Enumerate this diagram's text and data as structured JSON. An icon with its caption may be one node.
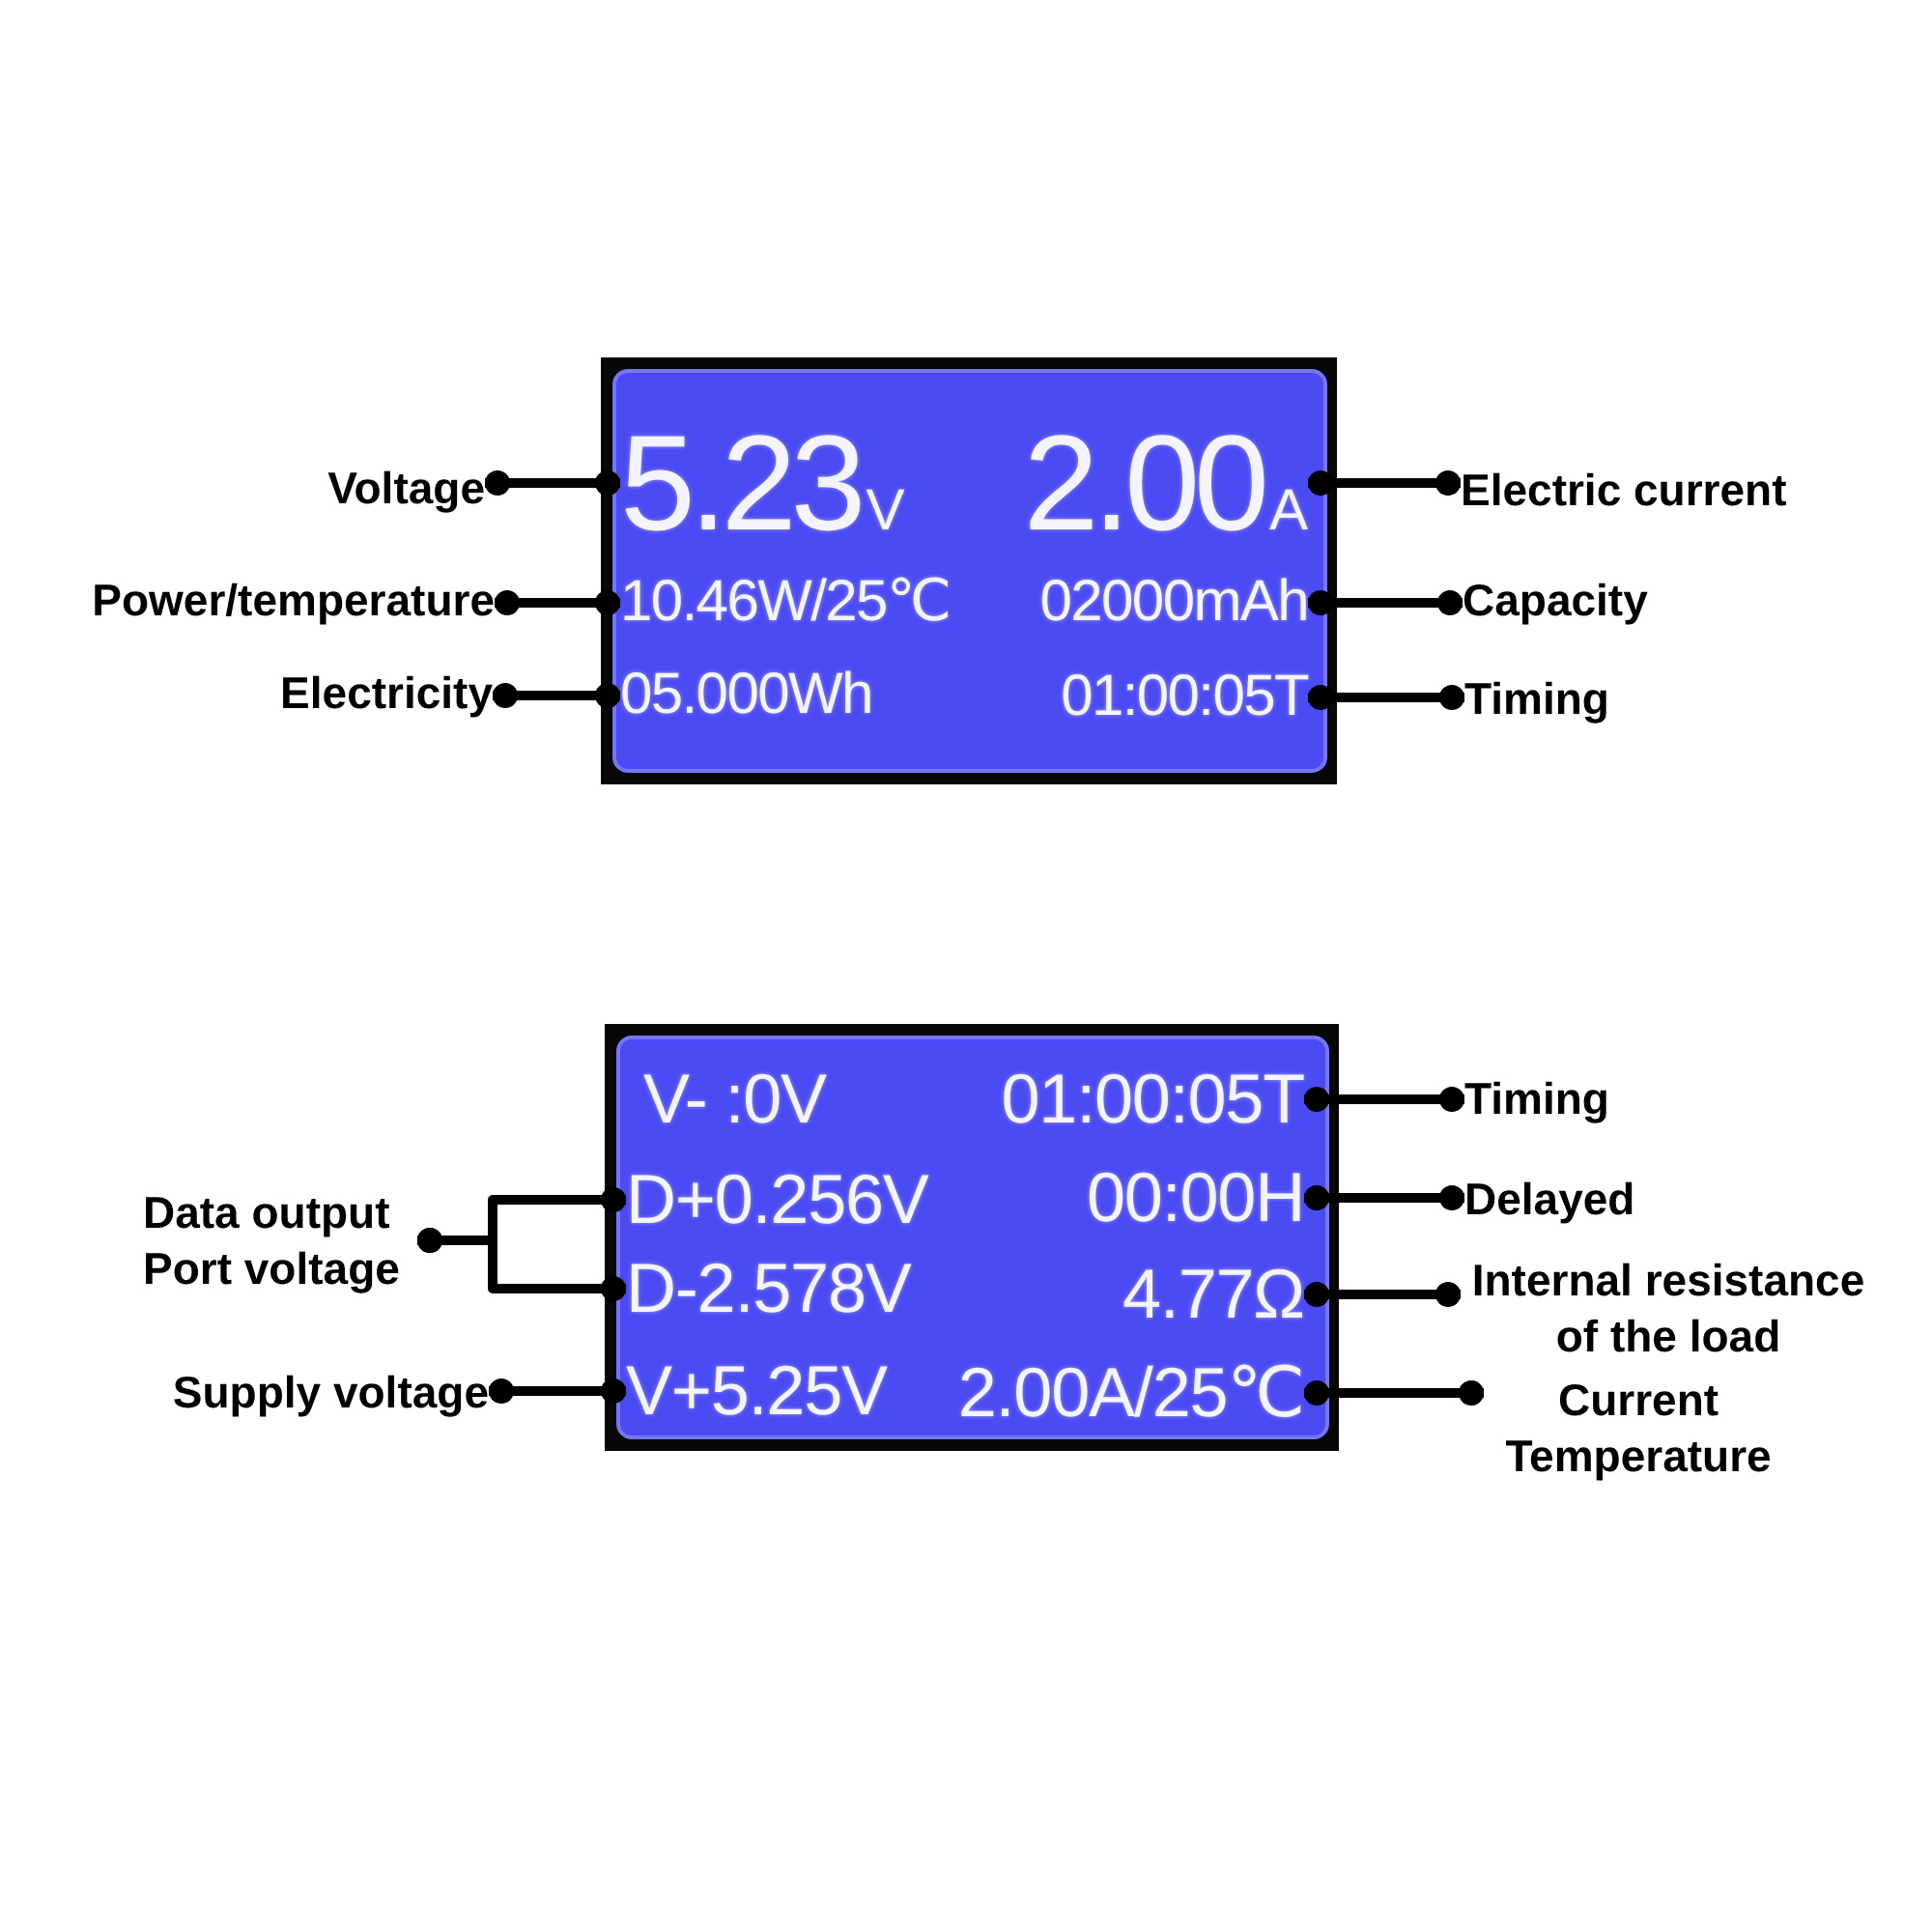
{
  "diagram": {
    "nodes": [
      {
        "text": [],
        "shape": "box"
      },
      {
        "text": [
          "5.23",
          "V"
        ],
        "in": 0
      },
      {
        "text": [
          "2.00",
          "A"
        ],
        "in": 0
      },
      {
        "text": [
          "10.46W/25℃"
        ],
        "in": 0
      },
      {
        "text": [
          "02000mAh"
        ],
        "in": 0
      },
      {
        "text": [
          "05.000Wh"
        ],
        "in": 0
      },
      {
        "text": [
          "01:00:05T"
        ],
        "in": 0
      },
      {
        "text": [
          "Voltage"
        ]
      },
      {
        "text": [
          "Electric current"
        ]
      },
      {
        "text": [
          "Power/temperature"
        ]
      },
      {
        "text": [
          "Capacity"
        ]
      },
      {
        "text": [
          "Electricity"
        ]
      },
      {
        "text": [
          "Timing"
        ]
      },
      {
        "text": [],
        "shape": "box"
      },
      {
        "text": [
          "V- :0V"
        ],
        "in": 13
      },
      {
        "text": [
          "01:00:05T"
        ],
        "in": 13
      },
      {
        "text": [
          "D+0.256V"
        ],
        "in": 13
      },
      {
        "text": [
          "00:00H"
        ],
        "in": 13
      },
      {
        "text": [
          "D-2.578V"
        ],
        "in": 13
      },
      {
        "text": [
          "4.77Ω"
        ],
        "in": 13
      },
      {
        "text": [
          "V+5.25V"
        ],
        "in": 13
      },
      {
        "text": [
          "2.00A/25℃"
        ],
        "in": 13
      },
      {
        "text": [
          "Timing"
        ]
      },
      {
        "text": [
          "Data output Port voltage"
        ]
      },
      {
        "text": [
          "Delayed"
        ]
      },
      {
        "text": [
          "Internal resistance of the load"
        ]
      },
      {
        "text": [
          "Supply voltage"
        ]
      },
      {
        "text": [
          "Current Temperature"
        ]
      }
    ],
    "edges": [
      {
        "from": 7,
        "to": 1,
        "arrow": "other"
      },
      {
        "from": 8,
        "to": 2,
        "arrow": "other"
      },
      {
        "from": 9,
        "to": 3,
        "arrow": "other"
      },
      {
        "from": 10,
        "to": 4,
        "arrow": "other"
      },
      {
        "from": 11,
        "to": 5,
        "arrow": "other"
      },
      {
        "from": 12,
        "to": 6,
        "arrow": "other"
      },
      {
        "from": 22,
        "to": 15,
        "arrow": "other"
      },
      {
        "from": 23,
        "to": 16,
        "arrow": "other"
      },
      {
        "from": 24,
        "to": 17,
        "arrow": "other"
      },
      {
        "from": 23,
        "to": 18,
        "arrow": "other"
      },
      {
        "from": 25,
        "to": 19,
        "arrow": "other"
      },
      {
        "from": 26,
        "to": 20,
        "arrow": "other"
      },
      {
        "from": 27,
        "to": 21,
        "arrow": "other"
      }
    ]
  }
}
